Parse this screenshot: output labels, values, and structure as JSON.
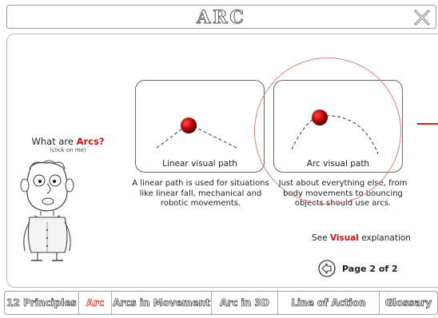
{
  "header": {
    "title": "ARC"
  },
  "intro": {
    "question_prefix": "What are ",
    "question_keyword": "Arcs?",
    "hint": "(click on me)"
  },
  "cards": [
    {
      "label": "Linear visual path",
      "description": "A linear path is used for situations like linear fall, mechanical and robotic movements."
    },
    {
      "label": "Arc visual path",
      "description": "Just about everything else, from body movements to bouncing objects should use arcs."
    }
  ],
  "visual_link": {
    "prefix": "See ",
    "link": "Visual",
    "suffix": " explanation"
  },
  "pager": {
    "text": "Page 2 of 2"
  },
  "nav": [
    {
      "label": "12 Principles",
      "active": false
    },
    {
      "label": "Arc",
      "active": true
    },
    {
      "label": "Arcs in Movement",
      "active": false
    },
    {
      "label": "Arc in 3D",
      "active": false
    },
    {
      "label": "Line of Action",
      "active": false
    },
    {
      "label": "Glossary",
      "active": false
    }
  ],
  "colors": {
    "accent": "#cc1111",
    "ball": "#b00000",
    "border": "#9a9a9a"
  },
  "icons": {
    "close": "close-x-icon",
    "prev": "back-arrow-icon"
  }
}
